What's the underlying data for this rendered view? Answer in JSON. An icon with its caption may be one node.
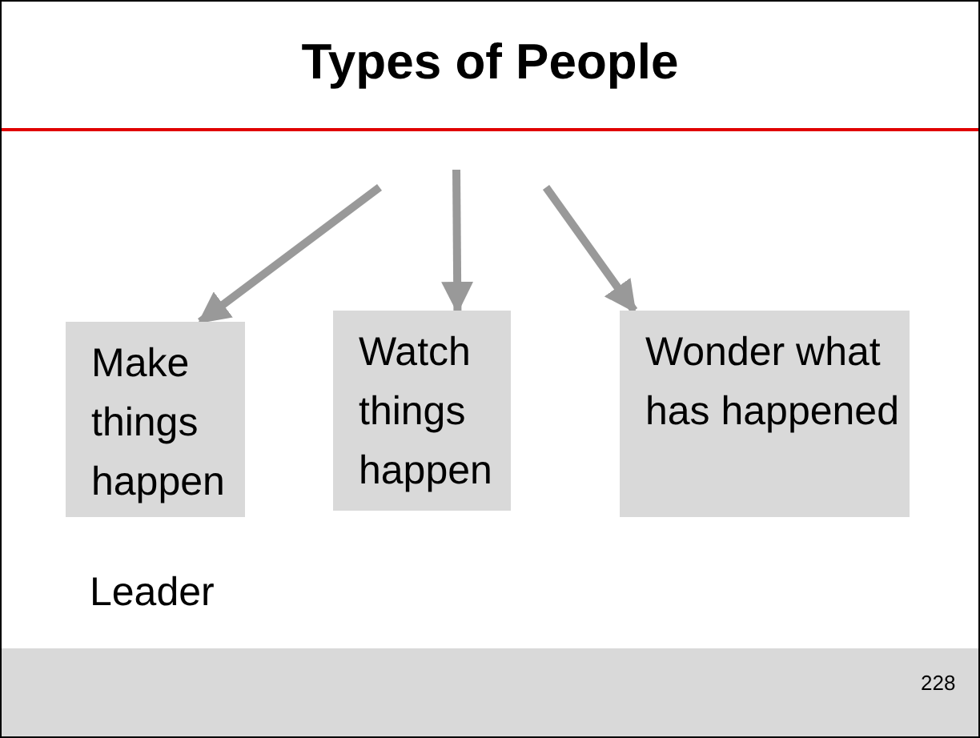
{
  "diagram": {
    "title": "Types of People",
    "nodes": [
      {
        "text": [
          "Make things happen"
        ]
      },
      {
        "text": [
          "Watch things happen"
        ]
      },
      {
        "text": [
          "Wonder what has happened"
        ]
      }
    ],
    "edges": [
      {
        "from": null,
        "to": 0,
        "arrow": "to"
      },
      {
        "from": null,
        "to": 1,
        "arrow": "to"
      },
      {
        "from": null,
        "to": 2,
        "arrow": "to"
      }
    ],
    "labels": [
      "Leader",
      "228"
    ]
  }
}
